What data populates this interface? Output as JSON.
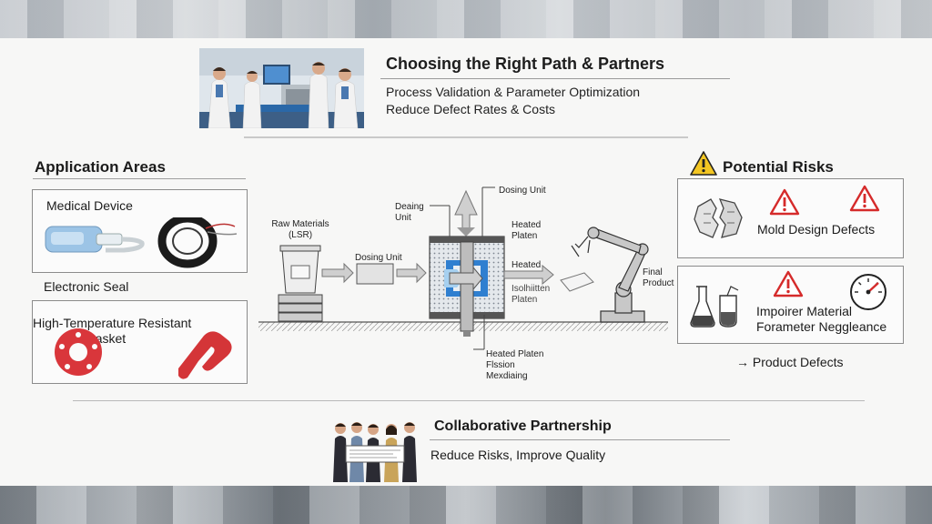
{
  "header": {
    "title": "Choosing the Right Path & Partners",
    "subtitle_1": "Process Validation & Parameter Optimization",
    "subtitle_2": "Reduce Defect Rates & Costs"
  },
  "applications": {
    "title": "Application Areas",
    "medical": "Medical Device",
    "electronic": "Electronic Seal",
    "gasket_line1": "High-Temperature Resistant",
    "gasket_line2": "Gasket"
  },
  "process": {
    "raw_materials_1": "Raw Materials",
    "raw_materials_2": "(LSR)",
    "dosing_unit": "Dosing Unit",
    "dosing_unit_top": "Dosing Unit",
    "dosing_unit_left_1": "Deaing",
    "dosing_unit_left_2": "Unit",
    "heated_platen_1": "Heated",
    "heated_platen_2": "Platen",
    "heated": "Heated",
    "inner_1": "Isolhiitten",
    "inner_2": "Platen",
    "heated_platen_bottom": "Heated Platen",
    "fission": "Flssion",
    "mexdaing": "Mexdiaing",
    "final_1": "Final",
    "final_2": "Product"
  },
  "risks": {
    "title": "Potential Risks",
    "mold": "Mold Design Defects",
    "material_1": "Impoirer Material",
    "material_2": "Forameter Neggleance",
    "result": "→ Product Defects"
  },
  "partnership": {
    "title": "Collaborative Partnership",
    "subtitle": "Reduce Risks, Improve Quality"
  },
  "colors": {
    "accent_red": "#d52b2b",
    "warning_yellow": "#f3c623",
    "process_blue": "#2f7fd0",
    "gasket_red": "#d9363b"
  }
}
